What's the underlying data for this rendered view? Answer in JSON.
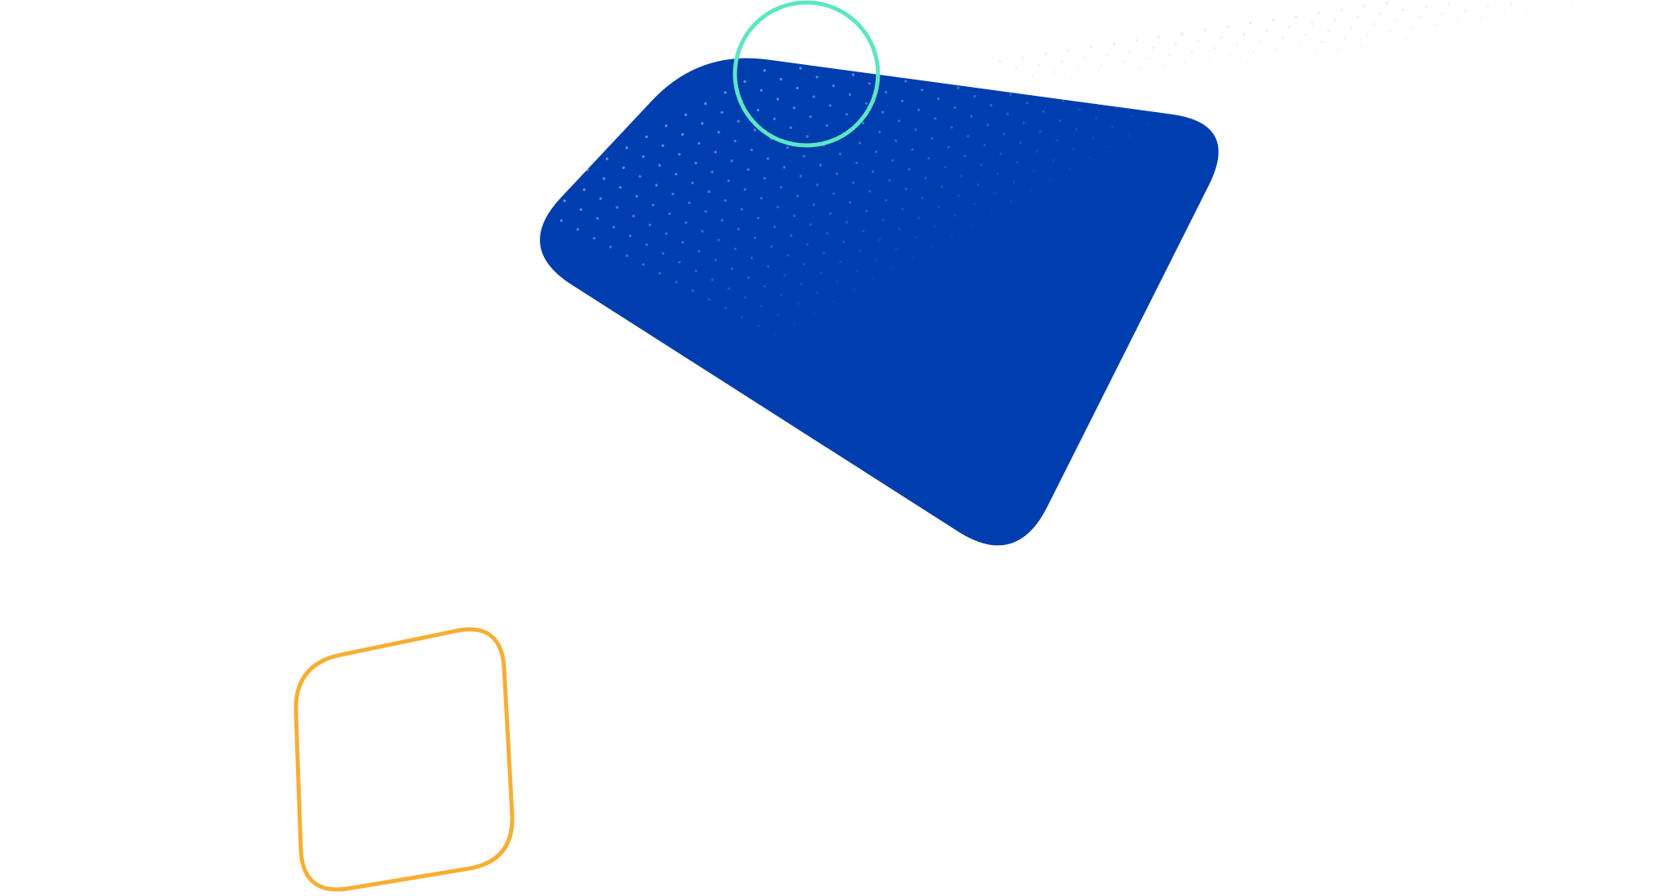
{
  "colors": {
    "background": "#ffffff",
    "blue_shape": "#003DAE",
    "dots_on_blue": "#7FA4E6",
    "dots_on_white": "#C9D3E6",
    "teal_ring": "#5CE6C3",
    "orange_outline": "#F7AE33"
  },
  "shapes": {
    "blue_shape": "rounded-quadrilateral",
    "teal_ring": "circle-outline",
    "orange_outline": "rounded-quadrilateral-outline",
    "dot_pattern": "dot-grid-fade"
  }
}
